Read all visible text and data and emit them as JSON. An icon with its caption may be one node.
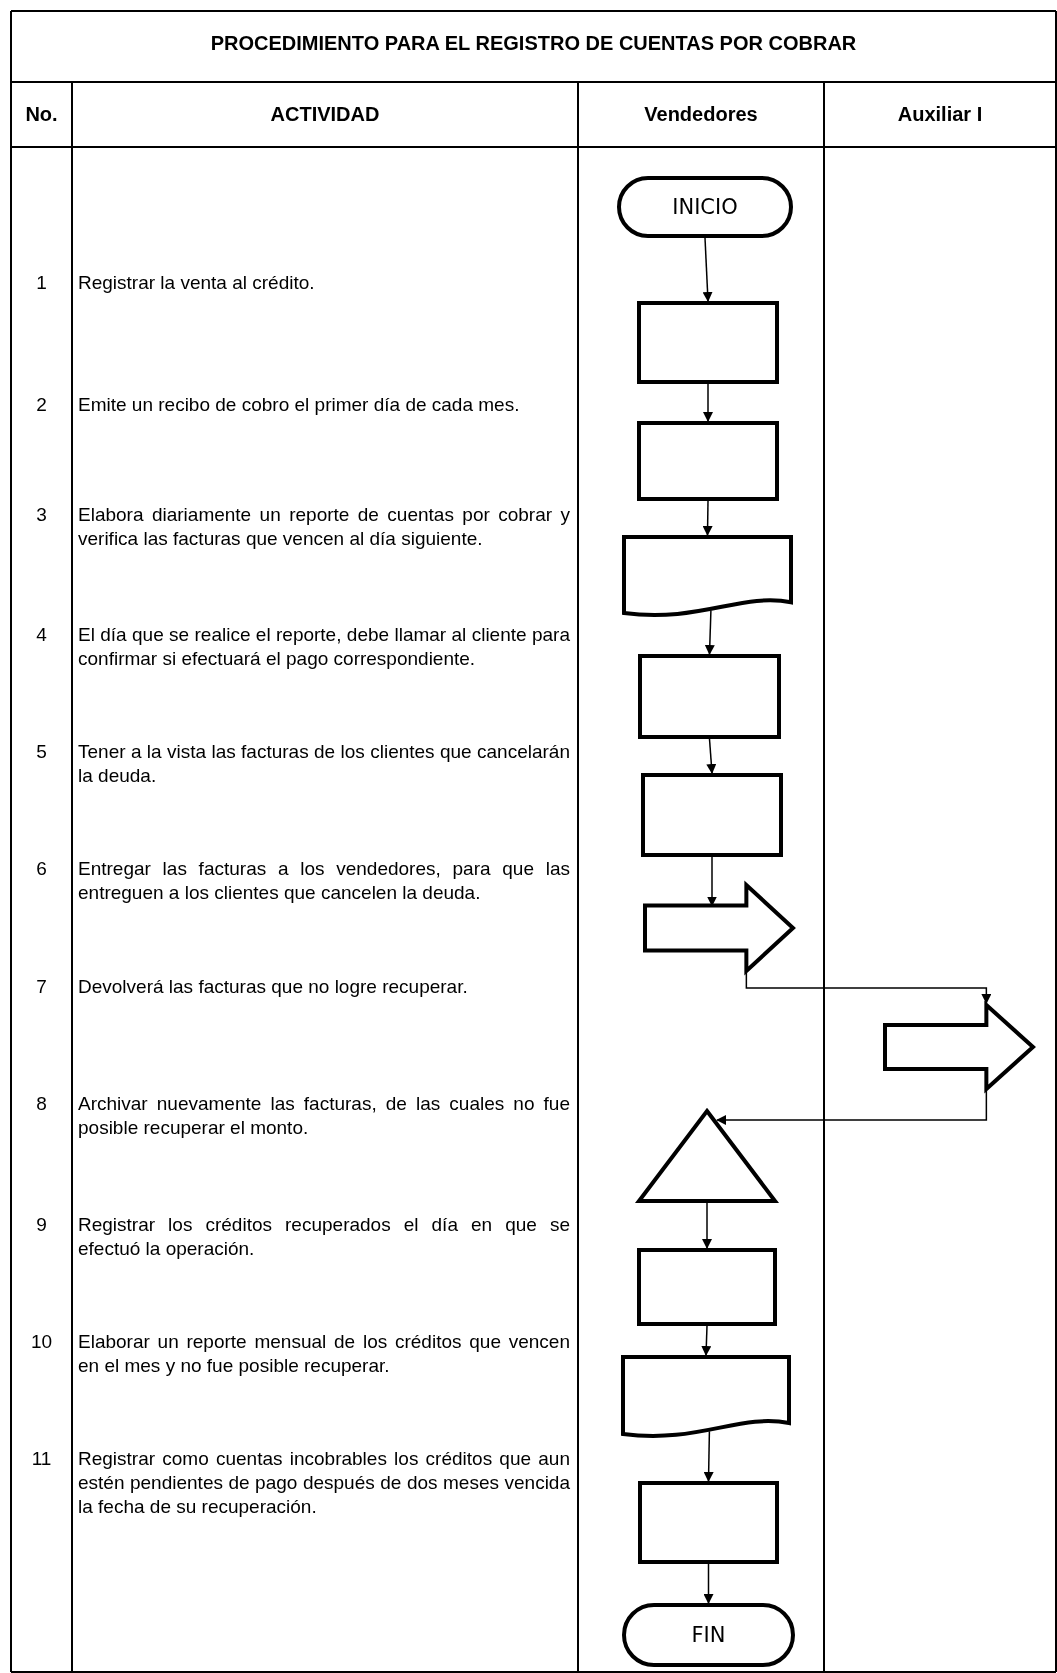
{
  "diagram": {
    "title": "PROCEDIMIENTO PARA EL REGISTRO DE CUENTAS POR COBRAR",
    "nodes": [
      {
        "text": [
          "INICIO"
        ]
      },
      {
        "text": [],
        "shape": "box"
      },
      {
        "text": [],
        "shape": "box"
      },
      {
        "text": [],
        "shape": "document"
      },
      {
        "text": [],
        "shape": "box"
      },
      {
        "text": [],
        "shape": "box"
      },
      {
        "text": [],
        "shape": "arrow"
      },
      {
        "text": [],
        "shape": "arrow"
      },
      {
        "text": [],
        "shape": "triangle"
      },
      {
        "text": [],
        "shape": "box"
      },
      {
        "text": [],
        "shape": "document"
      },
      {
        "text": [],
        "shape": "box"
      },
      {
        "text": [
          "FIN"
        ]
      }
    ],
    "edges": [
      {
        "from": 0,
        "to": 1,
        "arrow": "to"
      },
      {
        "from": 1,
        "to": 2,
        "arrow": "to"
      },
      {
        "from": 2,
        "to": 3,
        "arrow": "to"
      },
      {
        "from": 3,
        "to": 4,
        "arrow": "to"
      },
      {
        "from": 4,
        "to": 5,
        "arrow": "to"
      },
      {
        "from": 5,
        "to": 6,
        "arrow": "to"
      },
      {
        "from": 6,
        "to": 7,
        "arrow": "to"
      },
      {
        "from": 7,
        "to": 8,
        "arrow": "to"
      },
      {
        "from": 8,
        "to": 9,
        "arrow": "to"
      },
      {
        "from": 9,
        "to": 10,
        "arrow": "to"
      },
      {
        "from": 10,
        "to": 11,
        "arrow": "to"
      },
      {
        "from": 11,
        "to": 12,
        "arrow": "to"
      }
    ],
    "labels": [
      "No.",
      "ACTIVIDAD",
      "Vendedores",
      "Auxiliar I",
      "1",
      "Registrar la venta al crédito.",
      "2",
      "Emite un recibo de cobro el primer día de cada mes.",
      "3",
      "Elabora diariamente un reporte de cuentas por cobrar y verifica las facturas que vencen al día siguiente.",
      "4",
      "El día que se realice el reporte, debe llamar al cliente para confirmar si efectuará el pago correspondiente.",
      "5",
      "Tener a la vista las facturas de los clientes que cancelarán la deuda.",
      "6",
      "Entregar las facturas a los vendedores, para que las entreguen a los clientes que cancelen la deuda.",
      "7",
      "Devolverá las facturas que no logre recuperar.",
      "8",
      "Archivar nuevamente las facturas, de las cuales no fue posible recuperar el monto.",
      "9",
      "Registrar los créditos recuperados el día en que se efectuó la operación.",
      "10",
      "Elaborar un reporte mensual de los créditos que vencen en el mes y no fue posible recuperar.",
      "11",
      "Registrar como cuentas incobrables los créditos que aun estén pendientes de pago después de dos meses vencida la fecha de su recuperación."
    ]
  }
}
